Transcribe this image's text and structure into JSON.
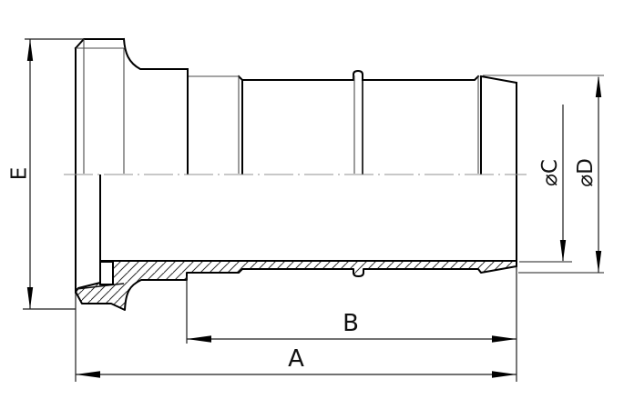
{
  "drawing": {
    "labels": {
      "flange_diameter": "E",
      "overall_length": "A",
      "tail_length": "B",
      "bore_diameter": "⌀C",
      "tail_outer_diameter": "⌀D"
    },
    "colors": {
      "background": "#ffffff",
      "outline": "#000000",
      "thin_line": "#4a4a4a",
      "centerline": "#909090",
      "dimension": "#1c1c1c"
    }
  }
}
